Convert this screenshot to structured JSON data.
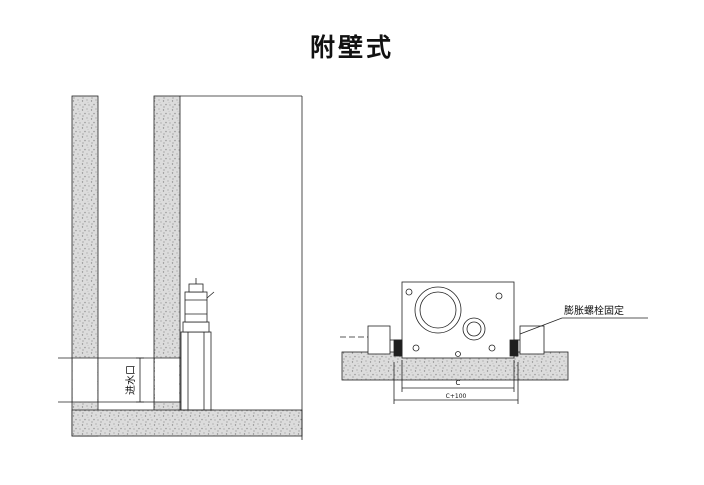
{
  "title": "附壁式",
  "labels": {
    "inlet": "进水口",
    "bolt_fix": "膨胀螺栓固定",
    "dim_c": "C",
    "dim_c100": "C+100"
  },
  "colors": {
    "line": "#222222",
    "concrete_fill": "#d9d9d9",
    "dark_block": "#1f1f1f"
  }
}
